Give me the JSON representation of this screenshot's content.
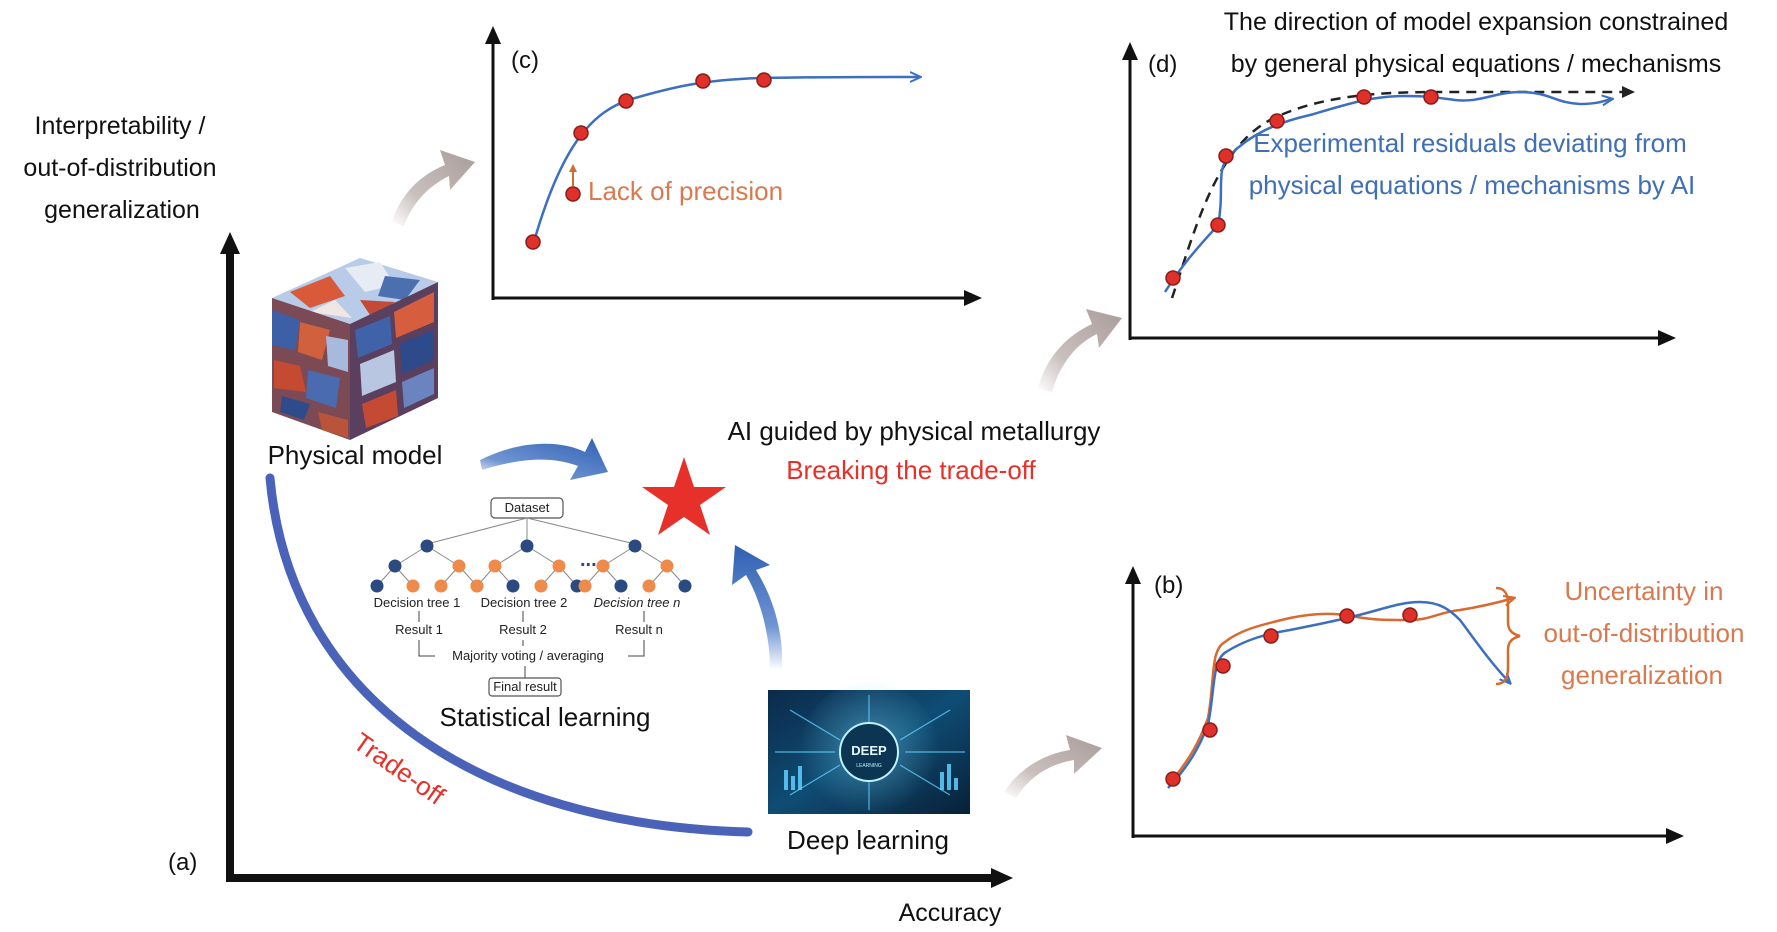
{
  "colors": {
    "axis": "#111111",
    "blue_curve": "#3d6fc0",
    "orange_curve": "#d86a30",
    "point_fill": "#e0302a",
    "point_stroke": "#8a1d1a",
    "tradeoff_arc": "#4a63b8",
    "gray_arrow": "#b5aaa8",
    "blue_arrow": "#3d6fc0",
    "star": "#e8302a",
    "label_orange": "#d97a4e",
    "label_red": "#e8302a",
    "label_blue": "#3f6fb5"
  },
  "main": {
    "panel_label": "(a)",
    "y_axis_lines": [
      "Interpretability /",
      "out-of-distribution",
      "generalization"
    ],
    "x_axis_label": "Accuracy",
    "physical_model_label": "Physical model",
    "statistical_learning_label": "Statistical learning",
    "deep_learning_label": "Deep learning",
    "tradeoff_label": "Trade-off",
    "center_title": "AI guided by physical metallurgy",
    "center_subtitle": "Breaking the trade-off",
    "deep_learning_badge": [
      "DEEP",
      "LEARNING"
    ]
  },
  "forest": {
    "dataset": "Dataset",
    "ellipsis": "...",
    "trees": [
      "Decision tree 1",
      "Decision tree 2",
      "Decision tree n"
    ],
    "results": [
      "Result 1",
      "Result 2",
      "Result n"
    ],
    "aggregate": "Majority voting / averaging",
    "final": "Final result"
  },
  "panel_c": {
    "label": "(c)",
    "annotation": "Lack of precision"
  },
  "panel_d": {
    "label": "(d)",
    "title_line1": "The direction of model expansion constrained",
    "title_line2": "by general physical equations / mechanisms",
    "annotation_line1": "Experimental residuals deviating from",
    "annotation_line2": "physical equations / mechanisms by AI"
  },
  "panel_b": {
    "label": "(b)",
    "annotation_lines": [
      "Uncertainty in",
      "out-of-distribution",
      "generalization"
    ]
  }
}
